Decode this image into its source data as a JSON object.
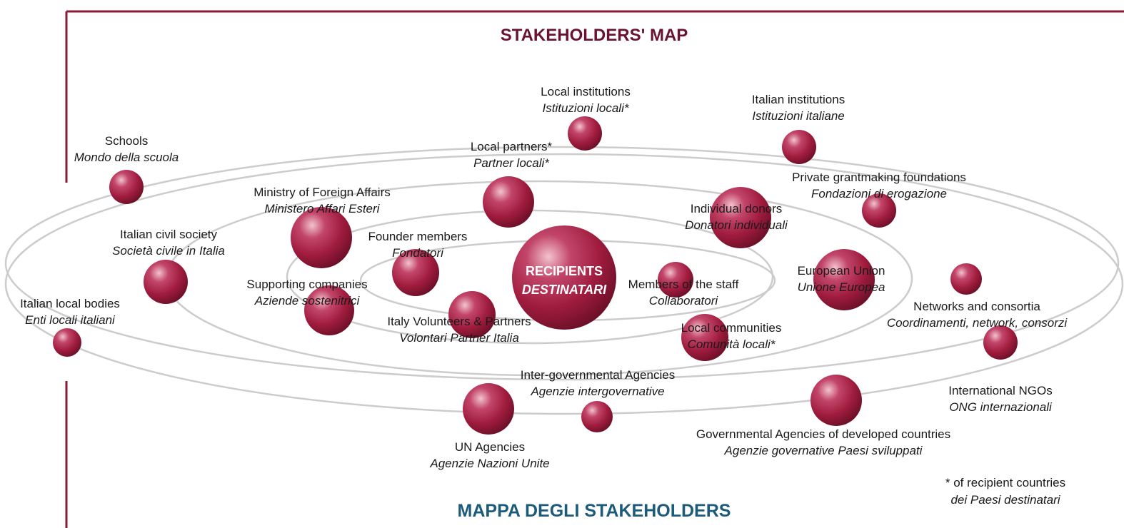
{
  "title": "STAKEHOLDERS' MAP",
  "subtitle": "MAPPA DEGLI STAKEHOLDERS",
  "center": {
    "line1": "RECIPIENTS",
    "line2": "DESTINATARI"
  },
  "note": {
    "line1": "* of recipient countries",
    "line2": "dei Paesi destinatari"
  },
  "colors": {
    "frame": "#8a1a36",
    "title": "#6b1230",
    "subtitle": "#1d5b7a",
    "orbit": "#cccccc",
    "sphere": "#a3203f"
  },
  "stakeholders": [
    {
      "id": "local-institutions",
      "en": "Local institutions",
      "it": "Istituzioni locali*"
    },
    {
      "id": "italian-institutions",
      "en": "Italian institutions",
      "it": "Istituzioni italiane"
    },
    {
      "id": "schools",
      "en": "Schools",
      "it": "Mondo della scuola"
    },
    {
      "id": "local-partners",
      "en": "Local partners*",
      "it": "Partner locali*"
    },
    {
      "id": "private-foundations",
      "en": "Private grantmaking foundations",
      "it": "Fondazioni di erogazione"
    },
    {
      "id": "ministry-foreign-affairs",
      "en": "Ministry of Foreign Affairs",
      "it": "Ministero Affari Esteri"
    },
    {
      "id": "individual-donors",
      "en": "Individual donors",
      "it": "Donatori individuali"
    },
    {
      "id": "italian-civil-society",
      "en": "Italian civil society",
      "it": "Società civile in Italia"
    },
    {
      "id": "founder-members",
      "en": "Founder members",
      "it": "Fondatori"
    },
    {
      "id": "european-union",
      "en": "European Union",
      "it": "Unione Europea"
    },
    {
      "id": "supporting-companies",
      "en": "Supporting companies",
      "it": "Aziende sostenitrici"
    },
    {
      "id": "members-of-staff",
      "en": "Members of the staff",
      "it": "Collaboratori"
    },
    {
      "id": "italian-local-bodies",
      "en": "Italian local bodies",
      "it": "Enti locali italiani"
    },
    {
      "id": "networks-consortia",
      "en": "Networks and consortia",
      "it": "Coordinamenti, network, consorzi"
    },
    {
      "id": "italy-volunteers",
      "en": "Italy Volunteers & Partners",
      "it": "Volontari Partner Italia"
    },
    {
      "id": "local-communities",
      "en": "Local communities",
      "it": "Comunità locali*"
    },
    {
      "id": "inter-governmental",
      "en": "Inter-governmental Agencies",
      "it": "Agenzie intergovernative"
    },
    {
      "id": "international-ngos",
      "en": "International NGOs",
      "it": "ONG internazionali"
    },
    {
      "id": "governmental-agencies",
      "en": "Governmental Agencies of developed countries",
      "it": "Agenzie governative Paesi sviluppati"
    },
    {
      "id": "un-agencies",
      "en": "UN Agencies",
      "it": "Agenzie Nazioni Unite"
    }
  ]
}
